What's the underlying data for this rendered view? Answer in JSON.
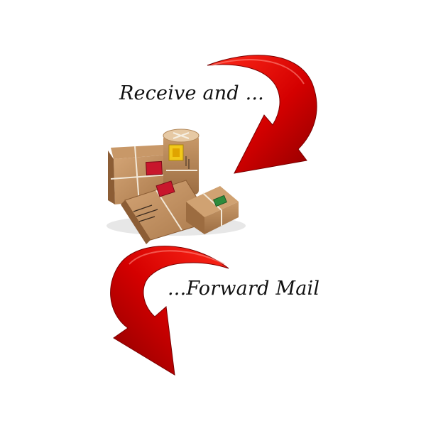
{
  "captions": {
    "receive": "Receive and ...",
    "forward": "...Forward Mail"
  },
  "icons": {
    "top_arrow": "curved-arrow-down-left-icon",
    "bottom_arrow": "curved-arrow-down-right-icon",
    "packages": "mail-packages-illustration"
  },
  "colors": {
    "arrow_red": "#d40000",
    "arrow_dark": "#8e0000",
    "parcel_paper": "#b98a5c",
    "stamp_yellow": "#f2c81a",
    "stamp_red": "#c8162c",
    "stamp_green": "#2e8b3c"
  }
}
